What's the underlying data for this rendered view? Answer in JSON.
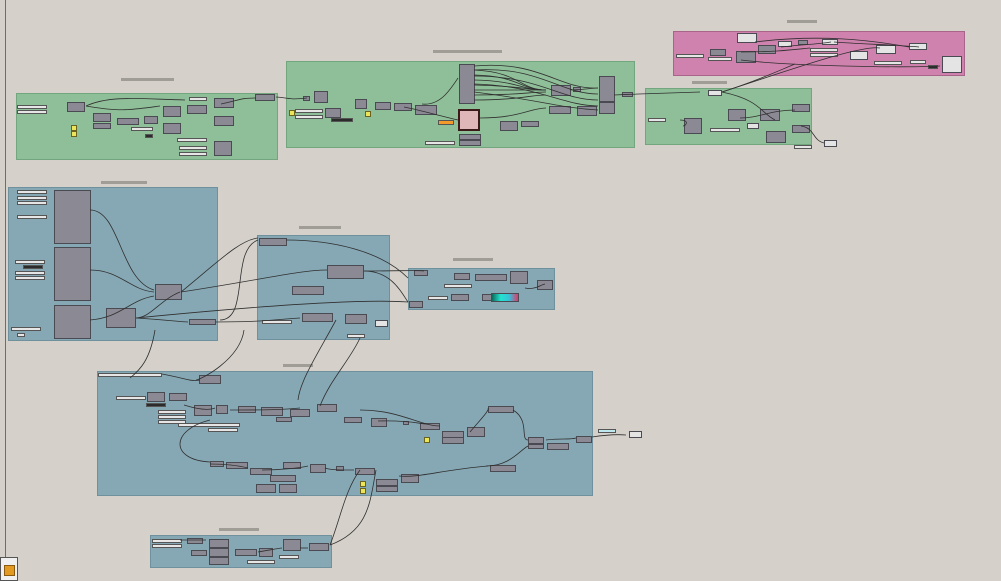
{
  "canvas": {
    "background": "#d5d1ca",
    "colors": {
      "group_green": "#8fbf98",
      "group_blue": "#86a8b4",
      "group_pink": "#cf82ad",
      "component": "#8b8994",
      "wire": "#2f2f2f",
      "toggle": "#ece45a"
    },
    "groups": [
      {
        "id": "group-1",
        "color": "green"
      },
      {
        "id": "group-2",
        "color": "green"
      },
      {
        "id": "group-3",
        "color": "pink"
      },
      {
        "id": "group-4",
        "color": "green"
      },
      {
        "id": "group-5",
        "color": "blue"
      },
      {
        "id": "group-6",
        "color": "blue"
      },
      {
        "id": "group-7",
        "color": "blue"
      },
      {
        "id": "group-8",
        "color": "blue"
      },
      {
        "id": "group-9",
        "color": "blue"
      }
    ],
    "corner_icon": "app-icon"
  }
}
